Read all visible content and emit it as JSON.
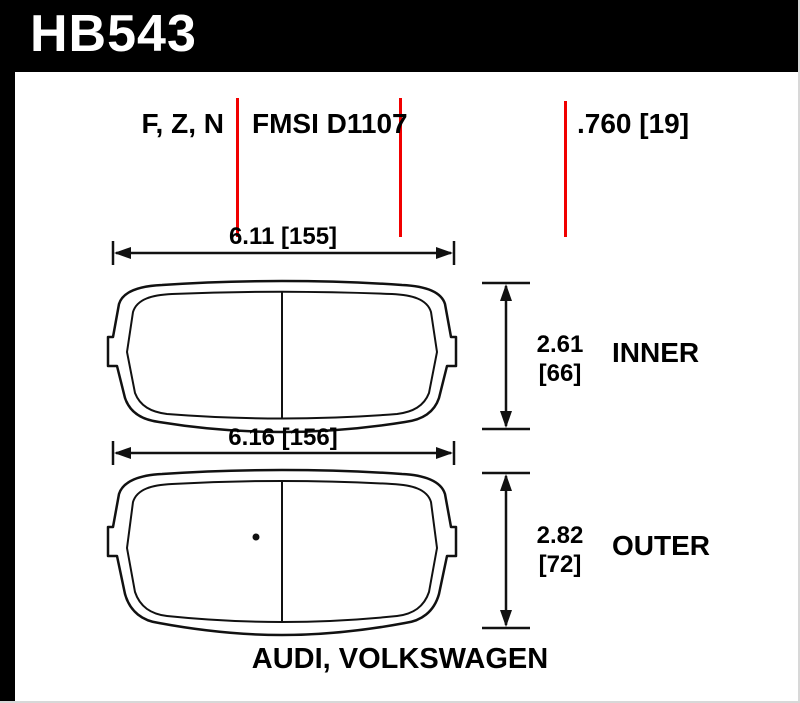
{
  "banner": {
    "part_number": "HB543"
  },
  "header": {
    "compounds": "F, Z, N",
    "fmsi": "FMSI D1107",
    "pad_thickness": ".760 [19]"
  },
  "inner_pad": {
    "width_dim": "6.11 [155]",
    "height_in": "2.61",
    "height_mm": "[66]",
    "label": "INNER"
  },
  "outer_pad": {
    "width_dim": "6.16 [156]",
    "height_in": "2.82",
    "height_mm": "[72]",
    "label": "OUTER"
  },
  "footer": {
    "applications": "AUDI, VOLKSWAGEN"
  },
  "colors": {
    "accent_red": "#f10000",
    "banner_black": "#000000",
    "line_black": "#111111",
    "background": "#ffffff"
  }
}
